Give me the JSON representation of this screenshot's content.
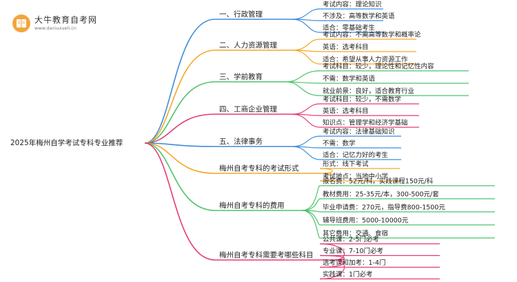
{
  "logo": {
    "name": "大牛教育自考网",
    "url": "www.daniuxueli.cn"
  },
  "colors": {
    "blue": "#3b8cd9",
    "orange": "#f5a623",
    "green": "#49c46a",
    "red": "#e43b6f"
  },
  "mindmap": {
    "root": "2025年梅州自学考试专科专业推荐",
    "branches": [
      {
        "label": "一、行政管理",
        "color": "blue",
        "children": [
          "考试内容：理论知识",
          "不涉及：高等数学和英语",
          "适合：零基础考生"
        ]
      },
      {
        "label": "二、人力资源管理",
        "color": "orange",
        "children": [
          "考试内容：不需高等数学和概率论",
          "英语：选考科目",
          "适合：希望从事人力资源工作"
        ]
      },
      {
        "label": "三、学前教育",
        "color": "green",
        "children": [
          "考试科目：较少，理论性和记忆性内容",
          "不需：数学和英语",
          "就业前景：良好，适合教育行业"
        ]
      },
      {
        "label": "四、工商企业管理",
        "color": "red",
        "children": [
          "考试科目：较少，不需数学",
          "英语：选考科目",
          "知识点：管理学和经济学基础"
        ]
      },
      {
        "label": "五、法律事务",
        "color": "blue",
        "children": [
          "考试内容：法律基础知识",
          "不需：数学",
          "适合：记忆力好的考生"
        ]
      },
      {
        "label": "梅州自考专科的考试形式",
        "color": "orange",
        "children": [
          "形式：线下考试",
          "考试地点：当地中小学"
        ]
      },
      {
        "label": "梅州自考专科的费用",
        "color": "green",
        "children": [
          "报名费：52元/科，实践课程150元/科",
          "教材费用：25-35元/本，300-500元/套",
          "毕业申请费：270元，指导费800-1500元",
          "辅导班费用：5000-10000元",
          "其它费用：交通、食宿"
        ]
      },
      {
        "label": "梅州自考专科需要考哪些科目",
        "color": "red",
        "children": [
          "公共课：2-5门必考",
          "专业课：7-10门必考",
          "选考课和加考：1-4门",
          "实践课：1门必考"
        ]
      }
    ]
  }
}
